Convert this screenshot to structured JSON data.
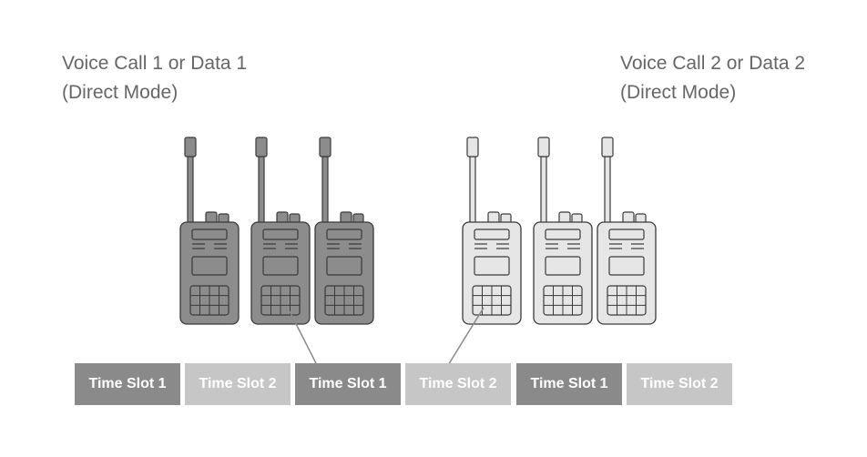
{
  "groups": [
    {
      "title_line1": "Voice Call 1 or Data 1",
      "title_line2": "(Direct Mode)",
      "tone": "dark"
    },
    {
      "title_line1": "Voice Call 2 or Data 2",
      "title_line2": "(Direct Mode)",
      "tone": "light"
    }
  ],
  "time_slots": [
    {
      "label": "Time Slot 1",
      "tone": "dark"
    },
    {
      "label": "Time Slot 2",
      "tone": "light"
    },
    {
      "label": "Time Slot 1",
      "tone": "dark"
    },
    {
      "label": "Time Slot 2",
      "tone": "light"
    },
    {
      "label": "Time Slot 1",
      "tone": "dark"
    },
    {
      "label": "Time Slot 2",
      "tone": "light"
    }
  ],
  "colors": {
    "dark_slot": "#8a8a8a",
    "light_slot": "#c6c6c6",
    "dark_radio_fill": "#8c8c8c",
    "light_radio_fill": "#e6e6e6",
    "outline": "#3a3a3a",
    "heading_text": "#666666"
  }
}
